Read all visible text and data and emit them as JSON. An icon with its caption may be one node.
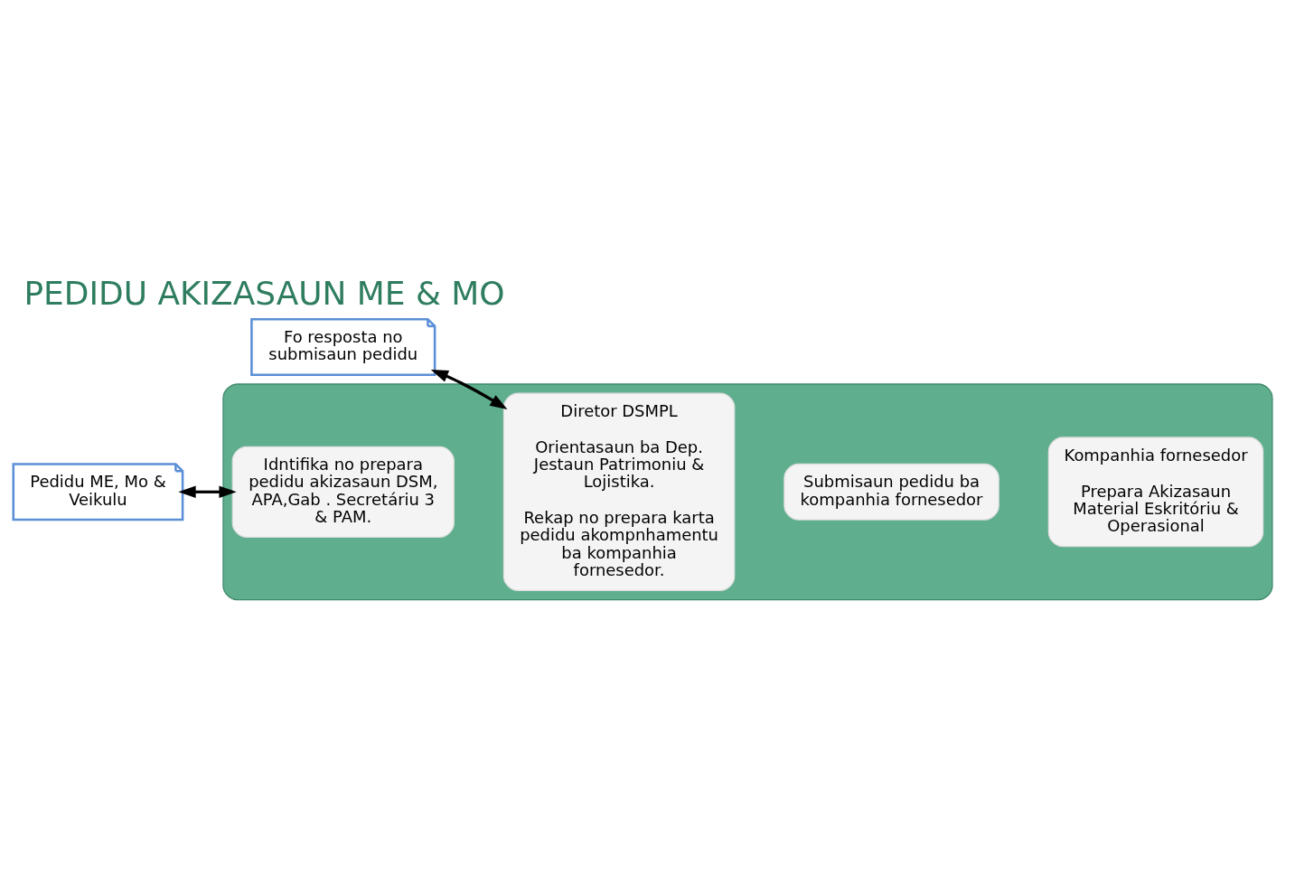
{
  "diagram": {
    "title": "PEDIDU AKIZASAUN ME & MO",
    "nodes": [
      {
        "text": [],
        "shape": "arrow"
      },
      {
        "text": [
          "Pedidu ME, Mo & Veikulu"
        ]
      },
      {
        "text": [
          "Fo resposta no submisaun pedidu"
        ]
      },
      {
        "text": [
          "Idntifika no prepara pedidu akizasaun DSM, APA,Gab . Secretáriu 3 & PAM."
        ],
        "in": 0
      },
      {
        "text": [
          "Diretor DSMPL",
          "Orientasaun ba Dep. Jestaun Patrimoniu & Lojistika.",
          "Rekap no prepara karta pedidu akompnhamentu ba kompanhia fornesedor."
        ],
        "in": 0
      },
      {
        "text": [
          "Submisaun pedidu ba kompanhia fornesedor"
        ],
        "in": 0
      },
      {
        "text": [
          "Kompanhia fornesedor",
          "Prepara Akizasaun Material Eskritóriu & Operasional"
        ],
        "in": 0
      }
    ],
    "edges": [
      {
        "from": 1,
        "to": 3,
        "arrow": "both"
      },
      {
        "from": 2,
        "to": 4,
        "arrow": "both"
      }
    ]
  }
}
